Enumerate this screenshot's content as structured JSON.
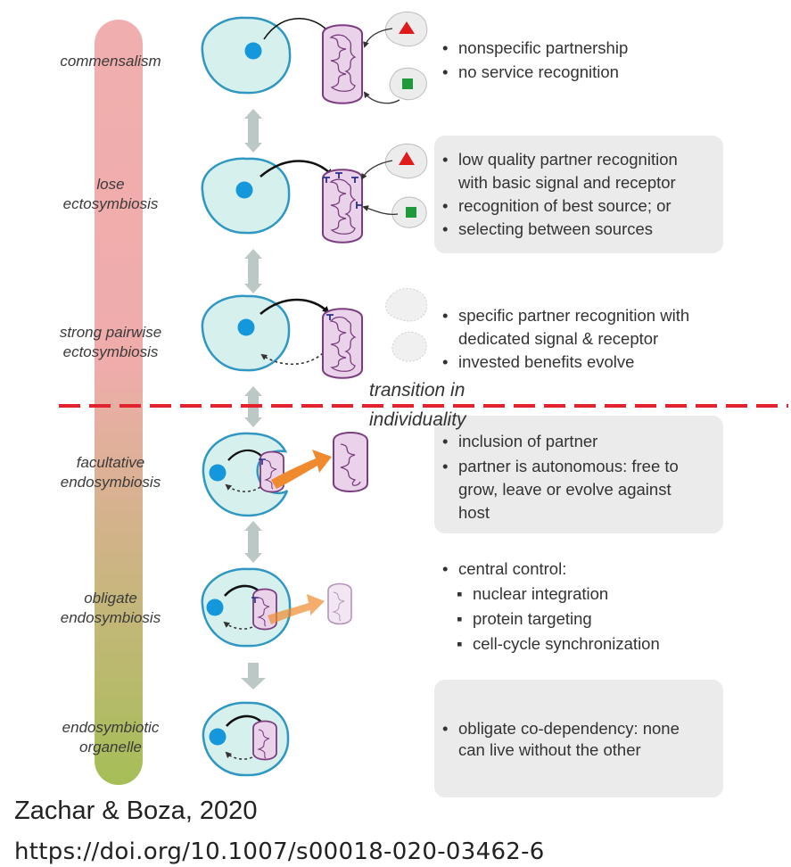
{
  "stages": [
    {
      "lines": [
        "commensalism"
      ],
      "bullets": [
        {
          "text": "nonspecific partnership"
        },
        {
          "text": "no service recognition"
        }
      ]
    },
    {
      "lines": [
        "lose",
        "ectosymbiosis"
      ],
      "bullets": [
        {
          "text": "low quality partner recognition\nwith basic signal and receptor"
        },
        {
          "text": "recognition of best source; or"
        },
        {
          "text": "selecting between sources"
        }
      ]
    },
    {
      "lines": [
        "strong pairwise",
        "ectosymbiosis"
      ],
      "bullets": [
        {
          "text": "specific partner recognition with\ndedicated signal & receptor"
        },
        {
          "text": "invested benefits evolve"
        }
      ]
    },
    {
      "lines": [
        "facultative",
        "endosymbiosis"
      ],
      "bullets": [
        {
          "text": "inclusion of partner"
        },
        {
          "text": "partner is autonomous: free to\ngrow, leave or evolve against\nhost"
        }
      ]
    },
    {
      "lines": [
        "obligate",
        "endosymbiosis"
      ],
      "bullets": [
        {
          "text": "central control:"
        },
        {
          "text": "nuclear integration",
          "sub": true
        },
        {
          "text": "protein targeting",
          "sub": true
        },
        {
          "text": "cell-cycle synchronization",
          "sub": true
        }
      ]
    },
    {
      "lines": [
        "endosymbiotic",
        "organelle"
      ],
      "bullets": [
        {
          "text": "obligate co-dependency: none\ncan live without the other"
        }
      ]
    }
  ],
  "transition": {
    "line1": "transition in",
    "line2": "individuality"
  },
  "citation": "Zachar & Boza, 2020",
  "doi": "https://doi.org/10.1007/s00018-020-03462-6",
  "colors": {
    "gradient_top": "#f0aeae",
    "gradient_bottom": "#a6be57",
    "cell_fill": "#d6f0ee",
    "cell_stroke": "#2f97c2",
    "nucleus": "#1597dc",
    "mito_fill": "#ead3ea",
    "mito_stroke": "#7a3e7e",
    "box": "#ebebeb",
    "dashed_line": "#e2222c",
    "double_arrow": "#bcc8c6",
    "orange_arrow": "#f08a2e",
    "triangle": "#e01b1b",
    "square": "#1f9a3a"
  }
}
